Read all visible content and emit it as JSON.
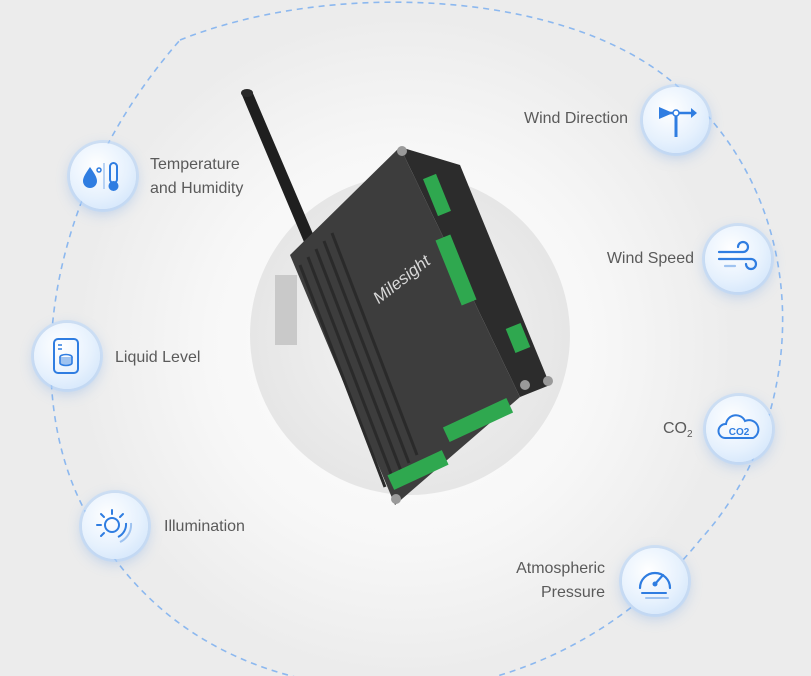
{
  "brand": {
    "logo_text": "Milesight"
  },
  "sensors": {
    "temperature_humidity": {
      "line1": "Temperature",
      "line2": "and Humidity",
      "icon": "temperature-humidity-icon"
    },
    "liquid_level": {
      "label": "Liquid Level",
      "icon": "liquid-level-icon"
    },
    "illumination": {
      "label": "Illumination",
      "icon": "illumination-icon"
    },
    "wind_direction": {
      "label": "Wind Direction",
      "icon": "wind-direction-icon"
    },
    "wind_speed": {
      "label": "Wind Speed",
      "icon": "wind-speed-icon"
    },
    "co2": {
      "label": "CO",
      "sub": "2",
      "icon_text": "CO2",
      "icon": "co2-cloud-icon"
    },
    "atmospheric_pressure": {
      "line1": "Atmospheric",
      "line2": "Pressure",
      "icon": "pressure-gauge-icon"
    }
  },
  "colors": {
    "accent": "#2f7de1",
    "ring": "#8cb8ef",
    "device": "#3a3a3a",
    "terminal": "#2fa84f",
    "text": "#5a5a5a"
  }
}
